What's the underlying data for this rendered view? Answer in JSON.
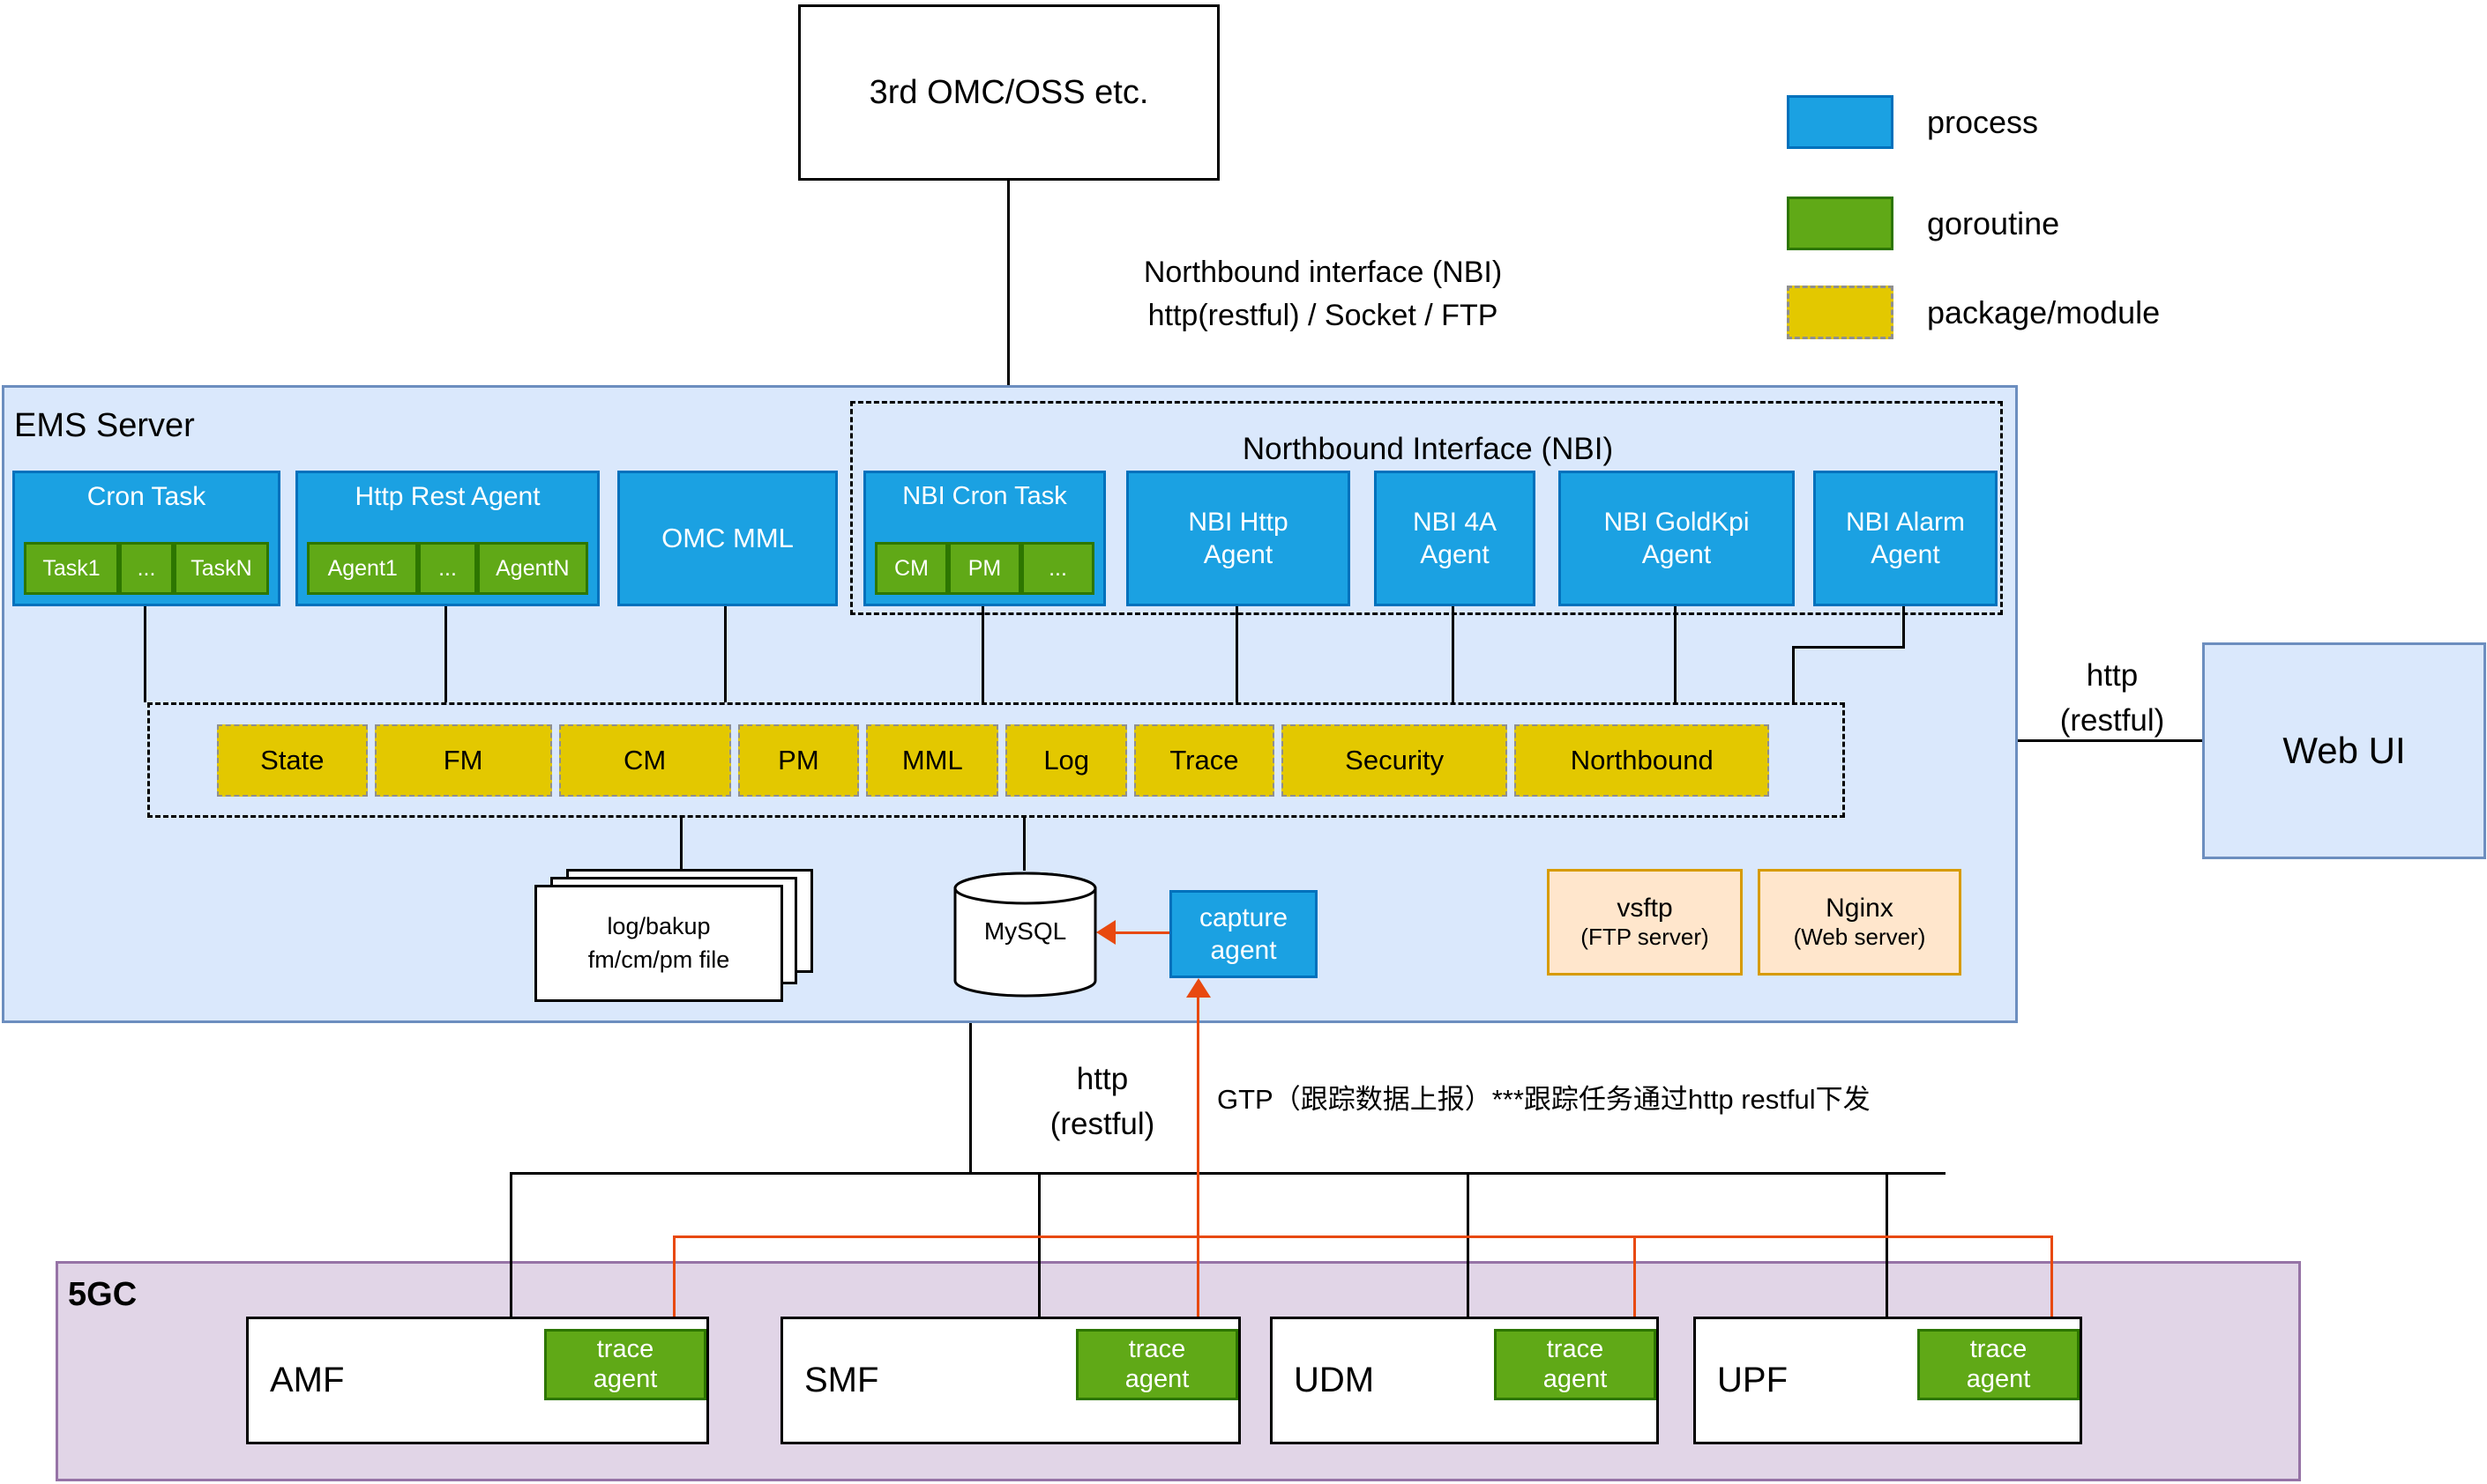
{
  "colors": {
    "process_fill": "#1ba1e2",
    "process_border": "#0071bc",
    "goroutine_fill": "#60a917",
    "goroutine_border": "#2d7600",
    "package_fill": "#e3c800",
    "ems_fill": "#dae8fc",
    "ems_border": "#6c8ebf",
    "core_fill": "#e1d5e7",
    "core_border": "#9673a6",
    "server_fill": "#ffe6cc",
    "server_border": "#d79b00",
    "trace_line": "#e8490f"
  },
  "external_box": {
    "label": "3rd OMC/OSS etc."
  },
  "legend": {
    "items": [
      {
        "label": "process"
      },
      {
        "label": "goroutine"
      },
      {
        "label": "package/module"
      }
    ]
  },
  "links": {
    "nbi_top_line1": "Northbound interface (NBI)",
    "nbi_top_line2": "http(restful) / Socket / FTP",
    "webui_http_line1": "http",
    "webui_http_line2": "(restful)",
    "core_http_line1": "http",
    "core_http_line2": "(restful)",
    "gtp_note": "GTP（跟踪数据上报）***跟踪任务通过http restful下发"
  },
  "ems": {
    "title": "EMS Server",
    "cron_task": {
      "title": "Cron Task",
      "items": [
        "Task1",
        "...",
        "TaskN"
      ]
    },
    "http_rest_agent": {
      "title": "Http Rest Agent",
      "items": [
        "Agent1",
        "...",
        "AgentN"
      ]
    },
    "omc_mml": {
      "title": "OMC MML"
    },
    "nbi": {
      "title": "Northbound Interface (NBI)",
      "cron_task": {
        "title": "NBI Cron Task",
        "items": [
          "CM",
          "PM",
          "..."
        ]
      },
      "http_agent_line1": "NBI Http",
      "http_agent_line2": "Agent",
      "fouras_agent_line1": "NBI 4A",
      "fouras_agent_line2": "Agent",
      "goldkpi_agent_line1": "NBI GoldKpi",
      "goldkpi_agent_line2": "Agent",
      "alarm_agent_line1": "NBI Alarm",
      "alarm_agent_line2": "Agent"
    },
    "packages": [
      "State",
      "FM",
      "CM",
      "PM",
      "MML",
      "Log",
      "Trace",
      "Security",
      "Northbound"
    ],
    "files": {
      "line1": "log/bakup",
      "line2": "fm/cm/pm file"
    },
    "mysql": {
      "label": "MySQL"
    },
    "capture_agent": {
      "line1": "capture",
      "line2": "agent"
    },
    "vsftp": {
      "line1": "vsftp",
      "line2": "(FTP server)"
    },
    "nginx": {
      "line1": "Nginx",
      "line2": "(Web server)"
    }
  },
  "web_ui": {
    "label": "Web UI"
  },
  "core": {
    "title": "5GC",
    "trace_agent_line1": "trace",
    "trace_agent_line2": "agent",
    "nfs": [
      {
        "name": "AMF"
      },
      {
        "name": "SMF"
      },
      {
        "name": "UDM"
      },
      {
        "name": "UPF"
      }
    ]
  }
}
